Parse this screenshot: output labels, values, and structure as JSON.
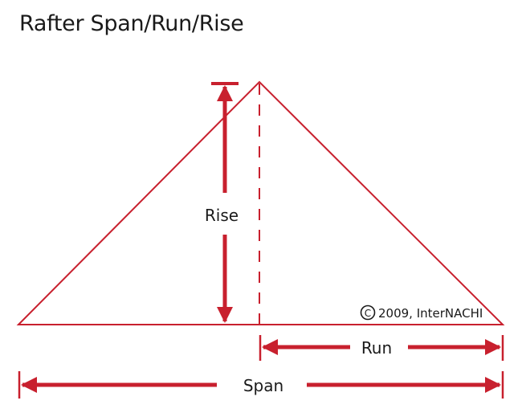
{
  "title": "Rafter Span/Run/Rise",
  "labels": {
    "rise": "Rise",
    "run": "Run",
    "span": "Span"
  },
  "copyright": {
    "symbol": "©",
    "text": "2009, InterNACHI"
  },
  "colors": {
    "accent": "#c8202e",
    "text": "#1a1a1a",
    "background": "#ffffff"
  }
}
